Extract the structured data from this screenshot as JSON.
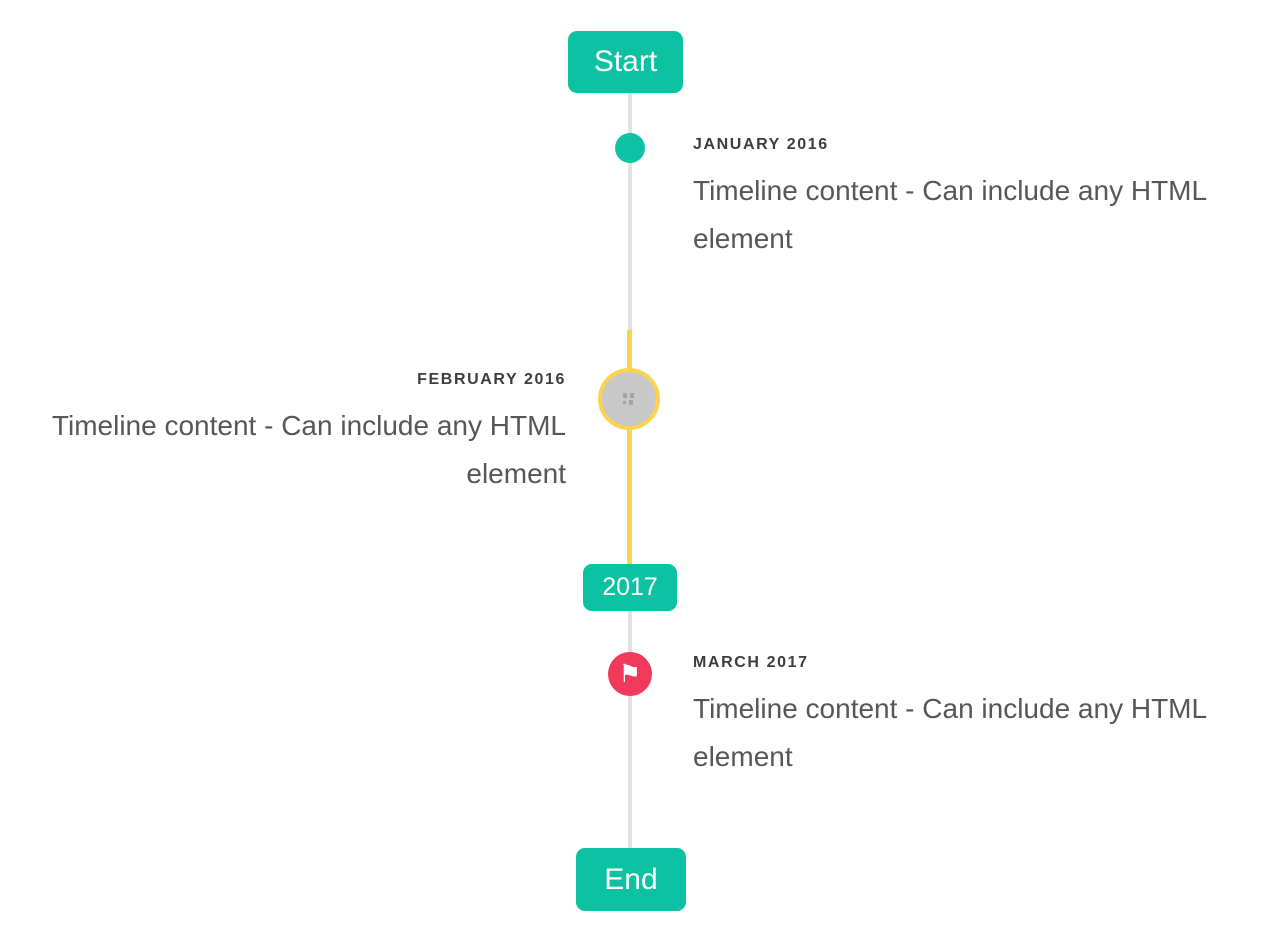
{
  "timeline": {
    "orientation": "vertical",
    "start_badge": "Start",
    "year_badge": "2017",
    "end_badge": "End",
    "events": [
      {
        "title": "JANUARY 2016",
        "content": "Timeline content - Can include any HTML element",
        "side": "right",
        "marker": "dot"
      },
      {
        "title": "FEBRUARY 2016",
        "content": "Timeline content - Can include any HTML element",
        "side": "left",
        "marker": "selected-image"
      },
      {
        "title": "MARCH 2017",
        "content": "Timeline content - Can include any HTML element",
        "side": "right",
        "marker": "flag"
      }
    ],
    "icons": {
      "flag": "⚑",
      "selected_marker": "broken-image-placeholder"
    },
    "colors": {
      "accent": "#0cc2a2",
      "selected_highlight": "#fbd34e",
      "flag_marker_bg": "#f1395c",
      "line": "#e1e1e1",
      "selected_marker_fill": "#c8c8c8",
      "broken_image_marks": "#a3a3a3",
      "title_text": "#3d3d3d",
      "content_text": "#575757"
    }
  }
}
